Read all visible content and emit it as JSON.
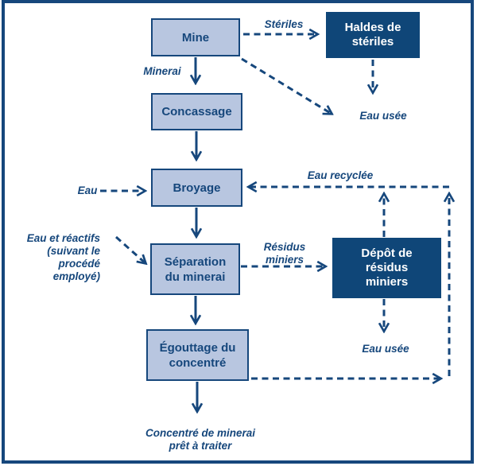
{
  "diagram": {
    "boxes": {
      "mine": "Mine",
      "concassage": "Concassage",
      "broyage": "Broyage",
      "separation": "Séparation\ndu minerai",
      "egouttage": "Égouttage du\nconcentré",
      "haldes": "Haldes de\nstériles",
      "depot": "Dépôt de\nrésidus\nminiers"
    },
    "labels": {
      "steriles": "Stériles",
      "minerai": "Minerai",
      "eau_usee_haut": "Eau usée",
      "eau_recyclee": "Eau recyclée",
      "eau": "Eau",
      "residus_miniers": "Résidus\nminiers",
      "eau_reactifs": "Eau et réactifs\n(suivant le\nprocédé\nemployé)",
      "eau_usee_bas": "Eau usée",
      "concentre": "Concentré de minerai\nprêt à traiter"
    },
    "colors": {
      "navy": "#16477c",
      "light_box_fill": "#b8c6e0",
      "dark_box_fill": "#0f4678"
    }
  }
}
